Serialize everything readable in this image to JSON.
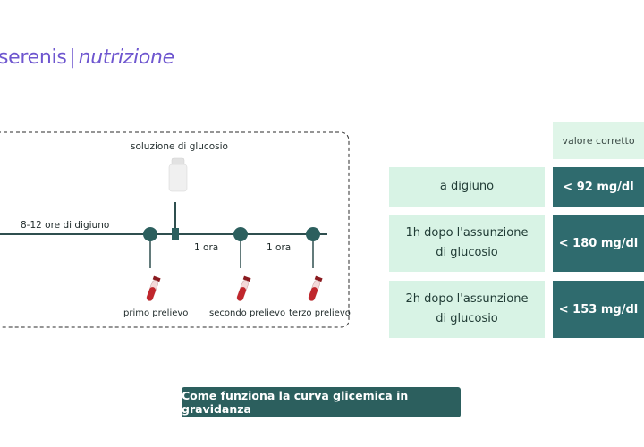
{
  "brand": {
    "name": "serenis",
    "product": "nutrizione"
  },
  "diagram": {
    "glucose_label": "soluzione di glucosio",
    "fasting_label": "8-12 ore di digiuno",
    "interval_1": "1 ora",
    "interval_2": "1 ora",
    "draws": [
      "primo prelievo",
      "secondo prelievo",
      "terzo prelievo"
    ]
  },
  "table": {
    "header": "valore corretto",
    "rows": [
      {
        "label": "a digiuno",
        "value": "< 92 mg/dl"
      },
      {
        "label": "1h dopo  l'assunzione di glucosio",
        "value": "< 180 mg/dl"
      },
      {
        "label": "2h dopo l'assunzione di glucosio",
        "value": "< 153 mg/dl"
      }
    ]
  },
  "cta": {
    "label": "Come funziona la curva glicemica in gravidanza"
  },
  "colors": {
    "brand": "#6e56cf",
    "teal_dark": "#2f6b6e",
    "mint": "#d8f3e5",
    "blood": "#c0262c"
  }
}
